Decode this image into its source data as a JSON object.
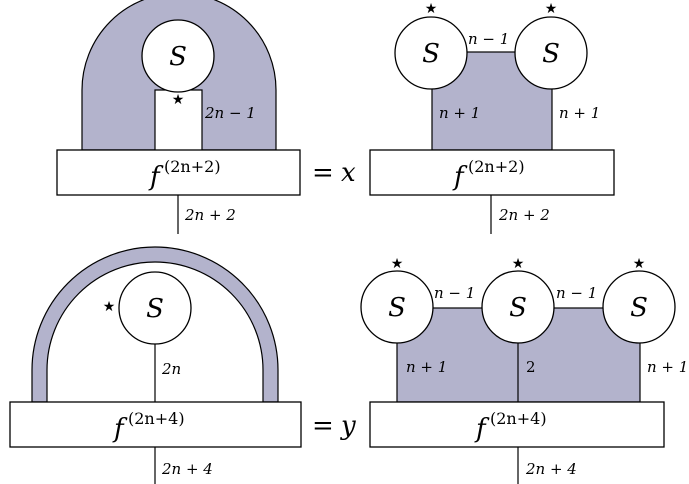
{
  "colors": {
    "shade": "#b3b3cc",
    "stroke": "#000000",
    "background": "#ffffff"
  },
  "glyphs": {
    "star": "★",
    "S": "S",
    "f": "f"
  },
  "row1": {
    "left": {
      "box_sup": "(2n+2)",
      "strand_label": "2n − 1",
      "bottom_label": "2n + 2"
    },
    "equals": "=",
    "coef": "x",
    "right": {
      "box_sup": "(2n+2)",
      "top_label": "n − 1",
      "left_label": "n + 1",
      "right_label": "n + 1",
      "bottom_label": "2n + 2"
    }
  },
  "row2": {
    "left": {
      "box_sup": "(2n+4)",
      "strand_label": "2n",
      "bottom_label": "2n + 4"
    },
    "equals": "=",
    "coef": "y",
    "right": {
      "box_sup": "(2n+4)",
      "top_label_1": "n − 1",
      "top_label_2": "n − 1",
      "left_label": "n + 1",
      "middle_label": "2",
      "right_label": "n + 1",
      "bottom_label": "2n + 4"
    }
  }
}
